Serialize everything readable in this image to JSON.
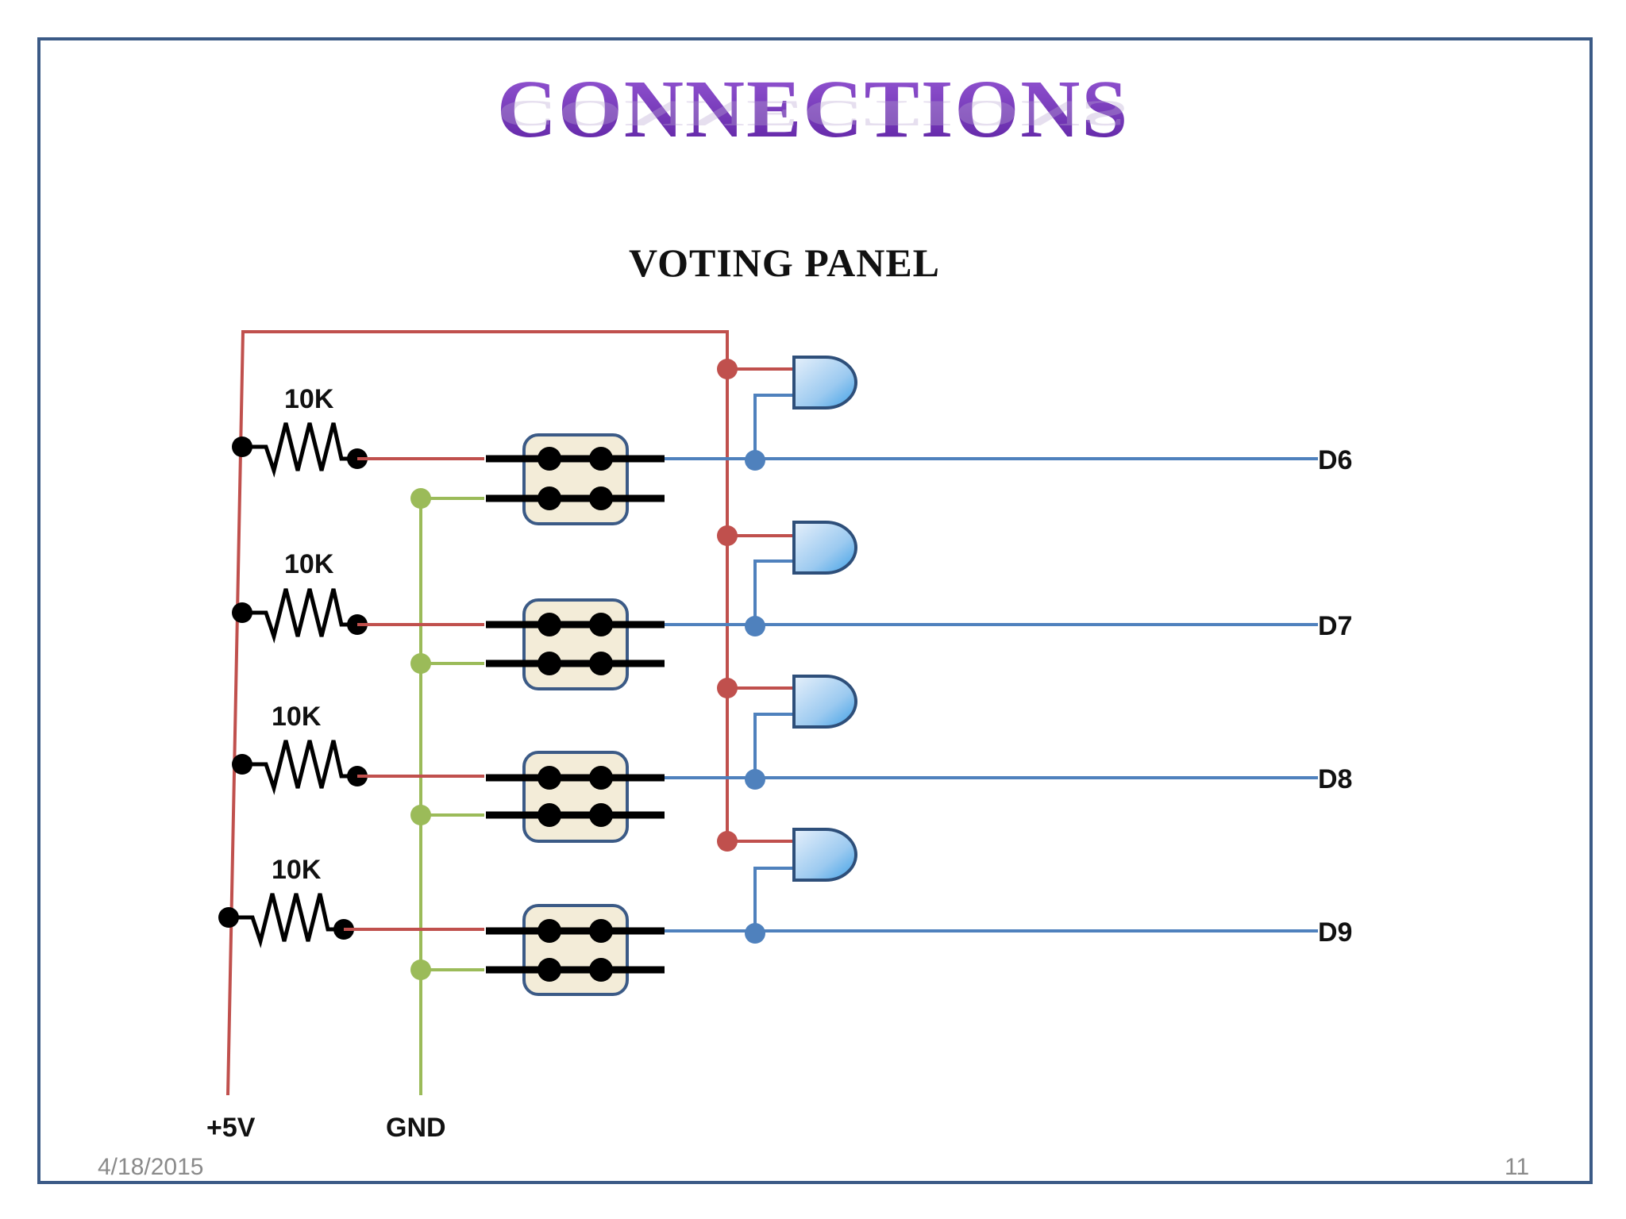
{
  "slide": {
    "title": "CONNECTIONS",
    "subtitle": "VOTING PANEL",
    "date": "4/18/2015",
    "page_number": "11"
  },
  "circuit": {
    "resistor_labels": [
      "10K",
      "10K",
      "10K",
      "10K"
    ],
    "outputs": [
      "D6",
      "D7",
      "D8",
      "D9"
    ],
    "power_label": "+5V",
    "ground_label": "GND"
  },
  "colors": {
    "frame": "#3b5a86",
    "title": "#7b3cc4",
    "power_wire": "#c0504d",
    "signal_wire": "#4f81bd",
    "ground_wire": "#9bbb59",
    "switch_fill": "#f3ecd8",
    "switch_border": "#3b5a86"
  }
}
